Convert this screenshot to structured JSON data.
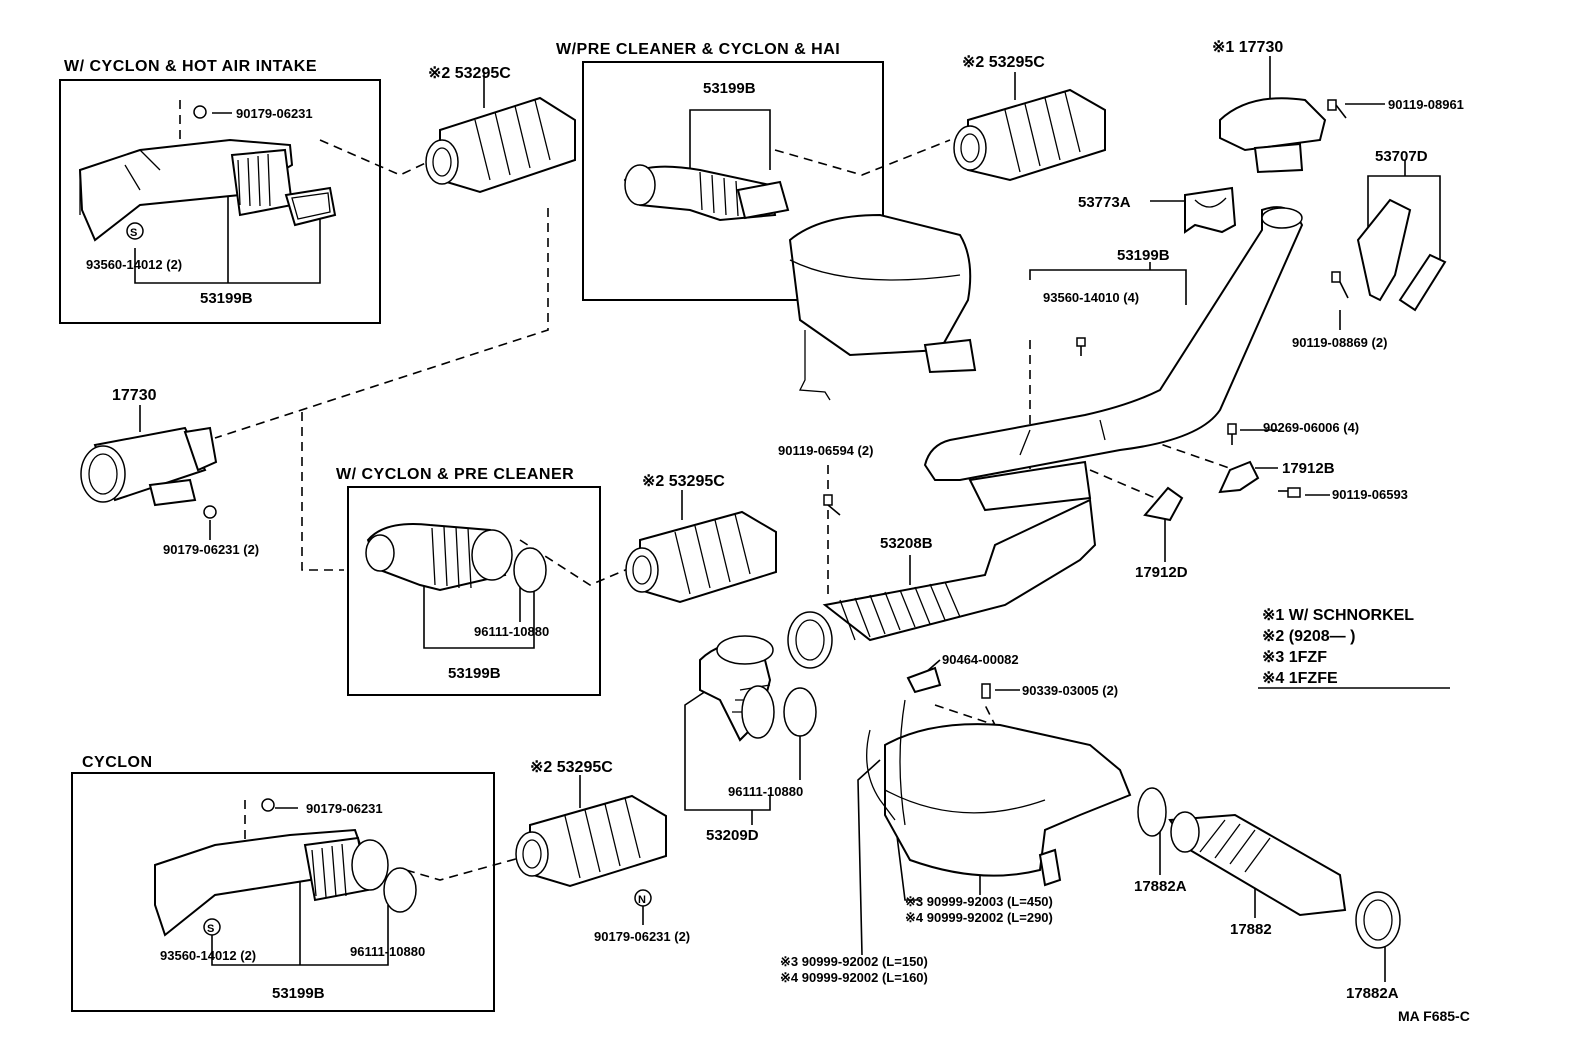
{
  "groups": {
    "hot_air": "W/ CYCLON & HOT AIR INTAKE",
    "pre_cleaner_hai": "W/PRE CLEANER & CYCLON & HAI",
    "cyclon_pre": "W/ CYCLON & PRE CLEANER",
    "cyclon": "CYCLON"
  },
  "parts": {
    "p53295c_1": "※2 53295C",
    "p53295c_2": "※2 53295C",
    "p53295c_3": "※2 53295C",
    "p53295c_4": "※2 53295C",
    "p17730_top": "※1 17730",
    "p90119_08961": "90119-08961",
    "p53707d": "53707D",
    "p53773a": "53773A",
    "p53199b_main": "53199B",
    "p93560_14010": "93560-14010 (4)",
    "p90119_08869": "90119-08869 (2)",
    "p90179_06231_a": "90179-06231",
    "p93560_14012_a": "93560-14012 (2)",
    "p53199b_a": "53199B",
    "p53199b_b": "53199B",
    "p17730": "17730",
    "p90179_06231_b": "90179-06231 (2)",
    "p90119_06594": "90119-06594 (2)",
    "p90269_06006": "90269-06006 (4)",
    "p17912b": "17912B",
    "p90119_06593": "90119-06593",
    "p17912d": "17912D",
    "p53208b": "53208B",
    "p96111_10880_a": "96111-10880",
    "p53199b_c": "53199B",
    "p90464_00082": "90464-00082",
    "p90339_03005": "90339-03005 (2)",
    "p96111_10880_b": "96111-10880",
    "p53209d": "53209D",
    "p90179_06231_c": "90179-06231",
    "p93560_14012_b": "93560-14012 (2)",
    "p96111_10880_c": "96111-10880",
    "p53199b_d": "53199B",
    "p90179_06231_d": "90179-06231 (2)",
    "p17882a_1": "17882A",
    "p17882": "17882",
    "p17882a_2": "17882A",
    "hose_3a": "※3 90999-92003 (L=450)",
    "hose_4a": "※4 90999-92002 (L=290)",
    "hose_3b": "※3 90999-92002 (L=150)",
    "hose_4b": "※4 90999-92002 (L=160)"
  },
  "symbols": {
    "s1": "S",
    "s2": "S",
    "n1": "N"
  },
  "legend": {
    "l1": "※1 W/ SCHNORKEL",
    "l2": "※2 (9208—          )",
    "l3": "※3 1FZF",
    "l4": "※4 1FZFE"
  },
  "footer": {
    "code": "MA  F685-C"
  }
}
